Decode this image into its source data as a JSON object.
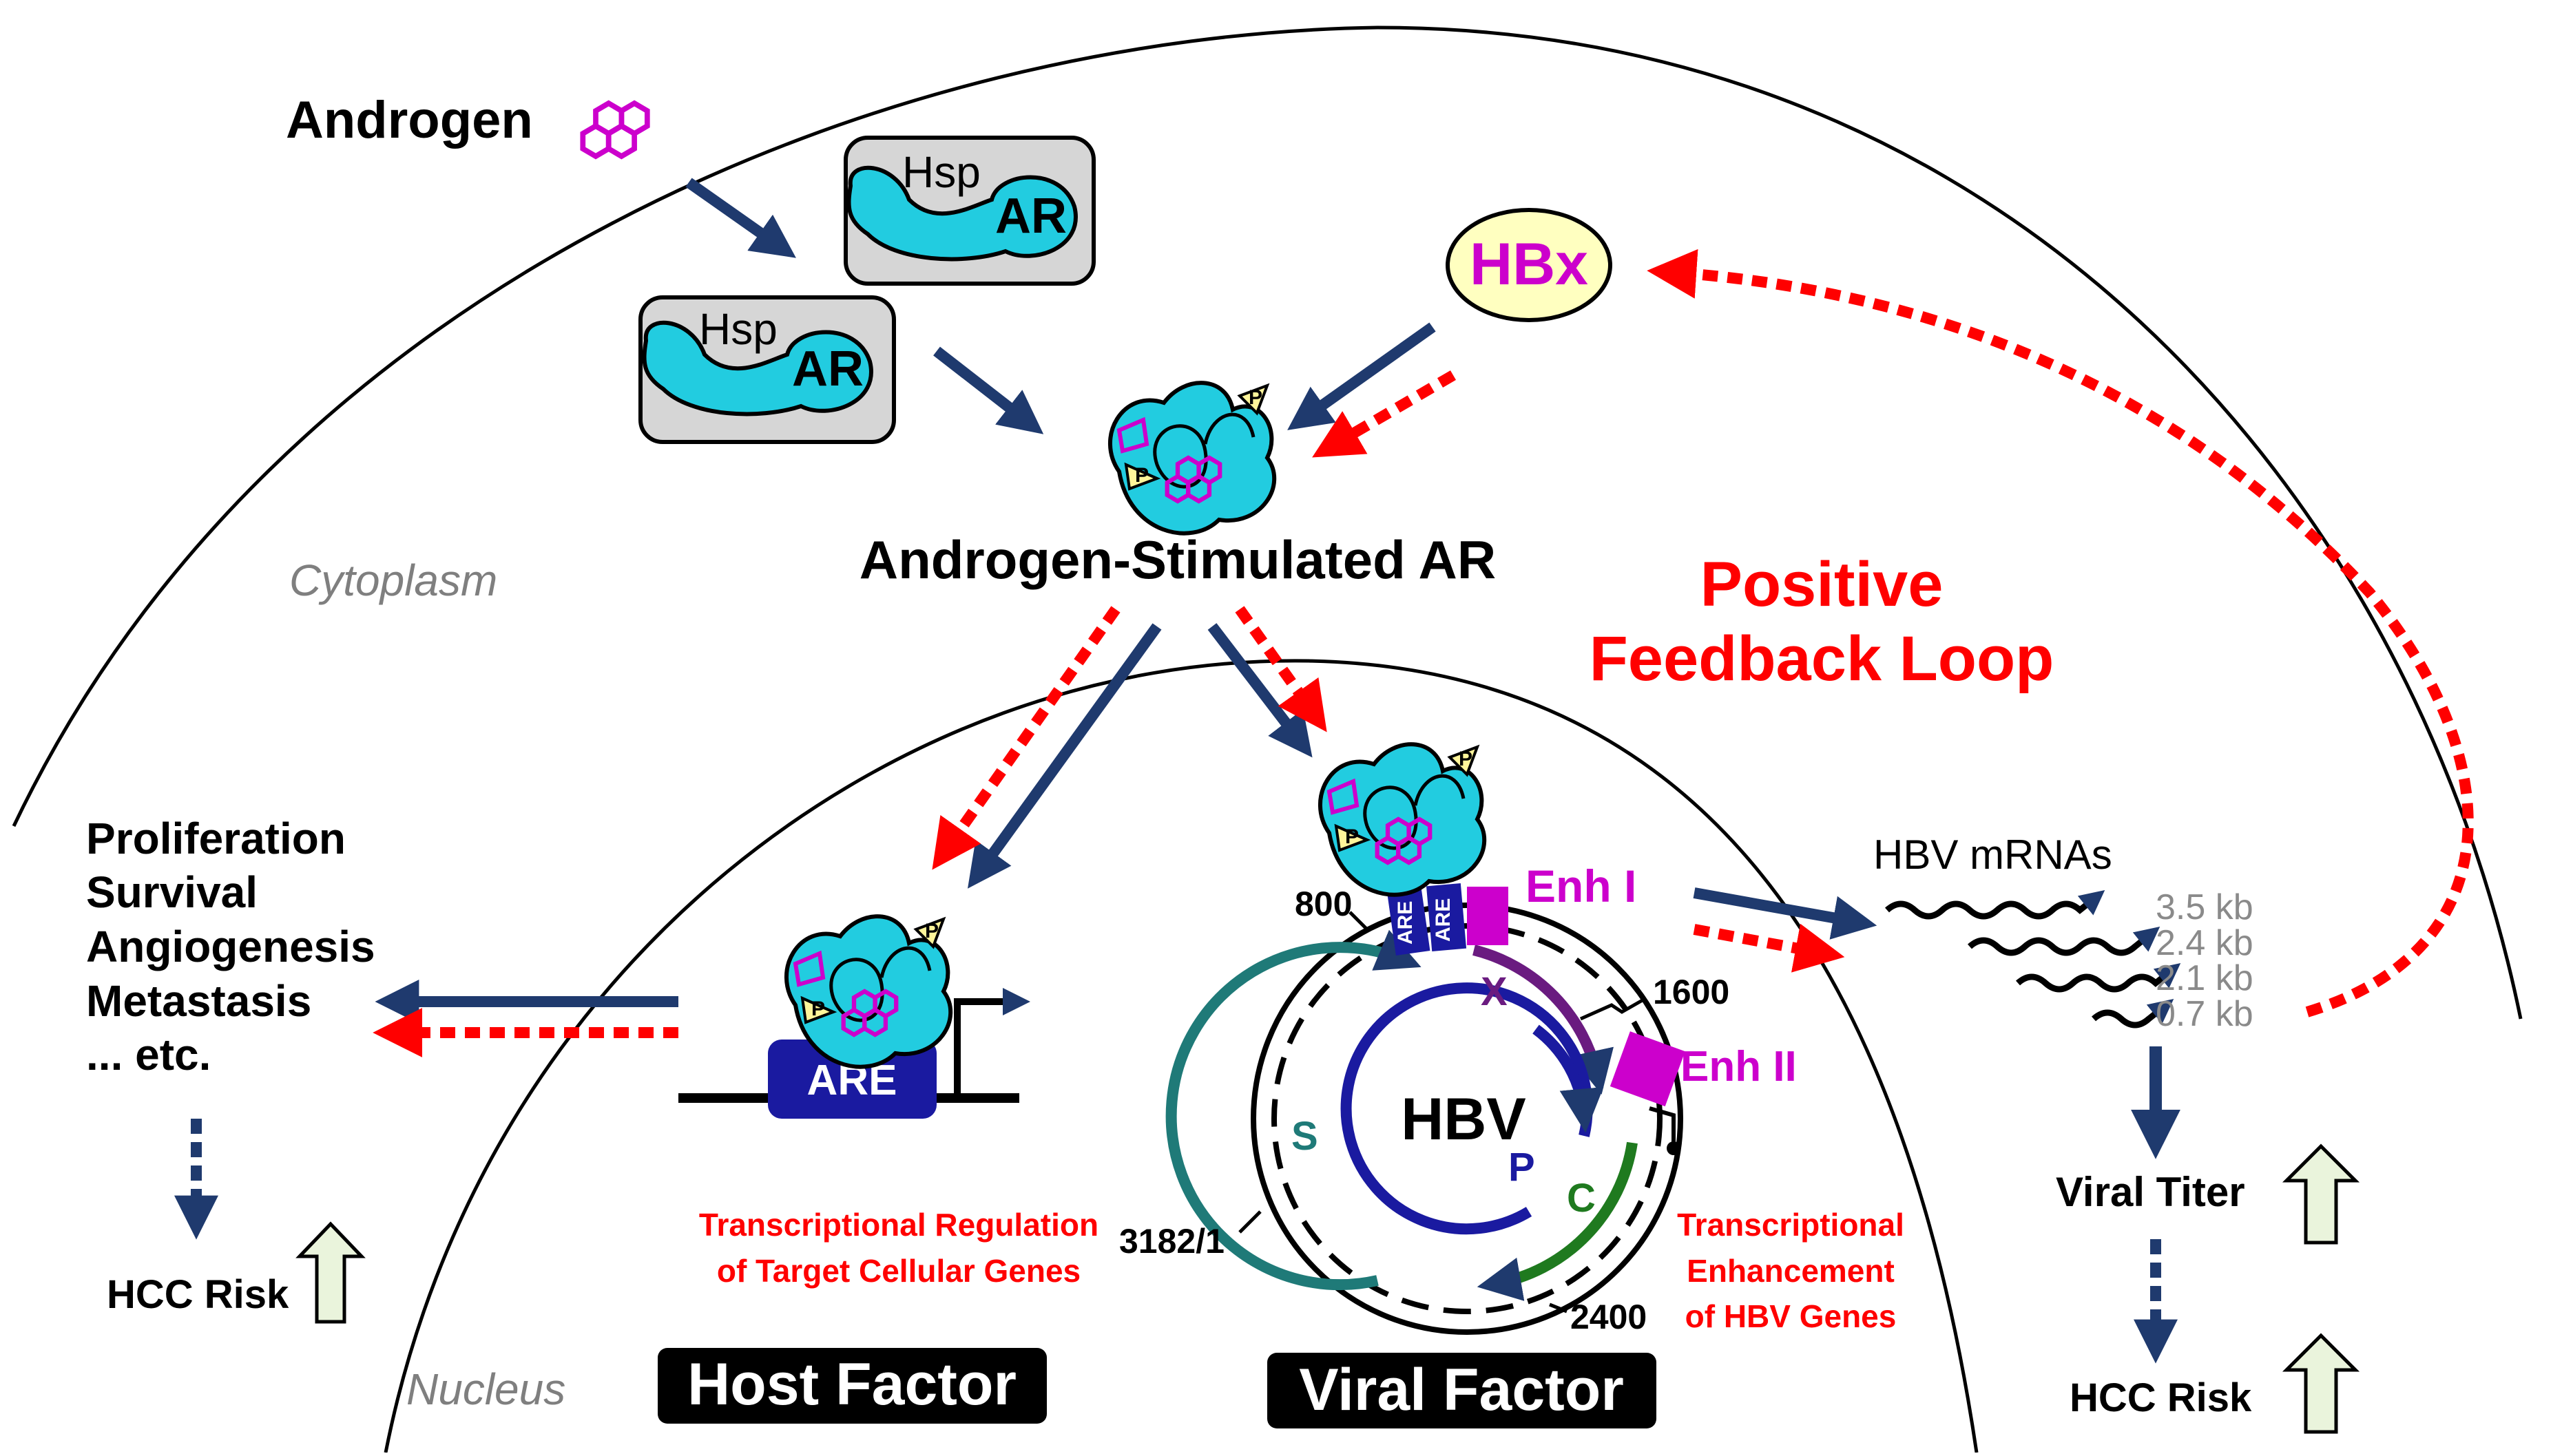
{
  "labels": {
    "androgen": "Androgen",
    "hsp": "Hsp",
    "ar": "AR",
    "hbx": "HBx",
    "stimulated_ar": "Androgen-Stimulated AR",
    "cytoplasm": "Cytoplasm",
    "nucleus": "Nucleus",
    "feedback_line1": "Positive",
    "feedback_line2": "Feedback Loop",
    "phospho": "P"
  },
  "host": {
    "outcomes": [
      "Proliferation",
      "Survival",
      "Angiogenesis",
      "Metastasis",
      "... etc."
    ],
    "are": "ARE",
    "regulation_line1": "Transcriptional Regulation",
    "regulation_line2": "of Target Cellular Genes",
    "hcc_risk": "HCC Risk",
    "factor": "Host Factor"
  },
  "viral": {
    "hbv": "HBV",
    "are": "ARE",
    "enh1": "Enh I",
    "enh2": "Enh II",
    "pos_800": "800",
    "pos_1600": "1600",
    "pos_2400": "2400",
    "pos_origin": "3182/1",
    "orf_x": "X",
    "orf_s": "S",
    "orf_p": "P",
    "orf_c": "C",
    "enh_line1": "Transcriptional",
    "enh_line2": "Enhancement",
    "enh_line3": "of HBV Genes",
    "factor": "Viral Factor"
  },
  "mrna": {
    "title": "HBV mRNAs",
    "sizes": [
      "3.5 kb",
      "2.4 kb",
      "2.1 kb",
      "0.7 kb"
    ],
    "viral_titer": "Viral Titer",
    "hcc_risk": "HCC Risk"
  },
  "colors": {
    "navy": "#1F3A6E",
    "red": "#FF0000",
    "magenta": "#CC00CC",
    "cyan": "#22CCE0",
    "gray_box": "#D6D6D6",
    "hbx_fill": "#FFFFC0",
    "are_fill": "#1A1AA0",
    "up_arrow": "#EAF4DC"
  }
}
